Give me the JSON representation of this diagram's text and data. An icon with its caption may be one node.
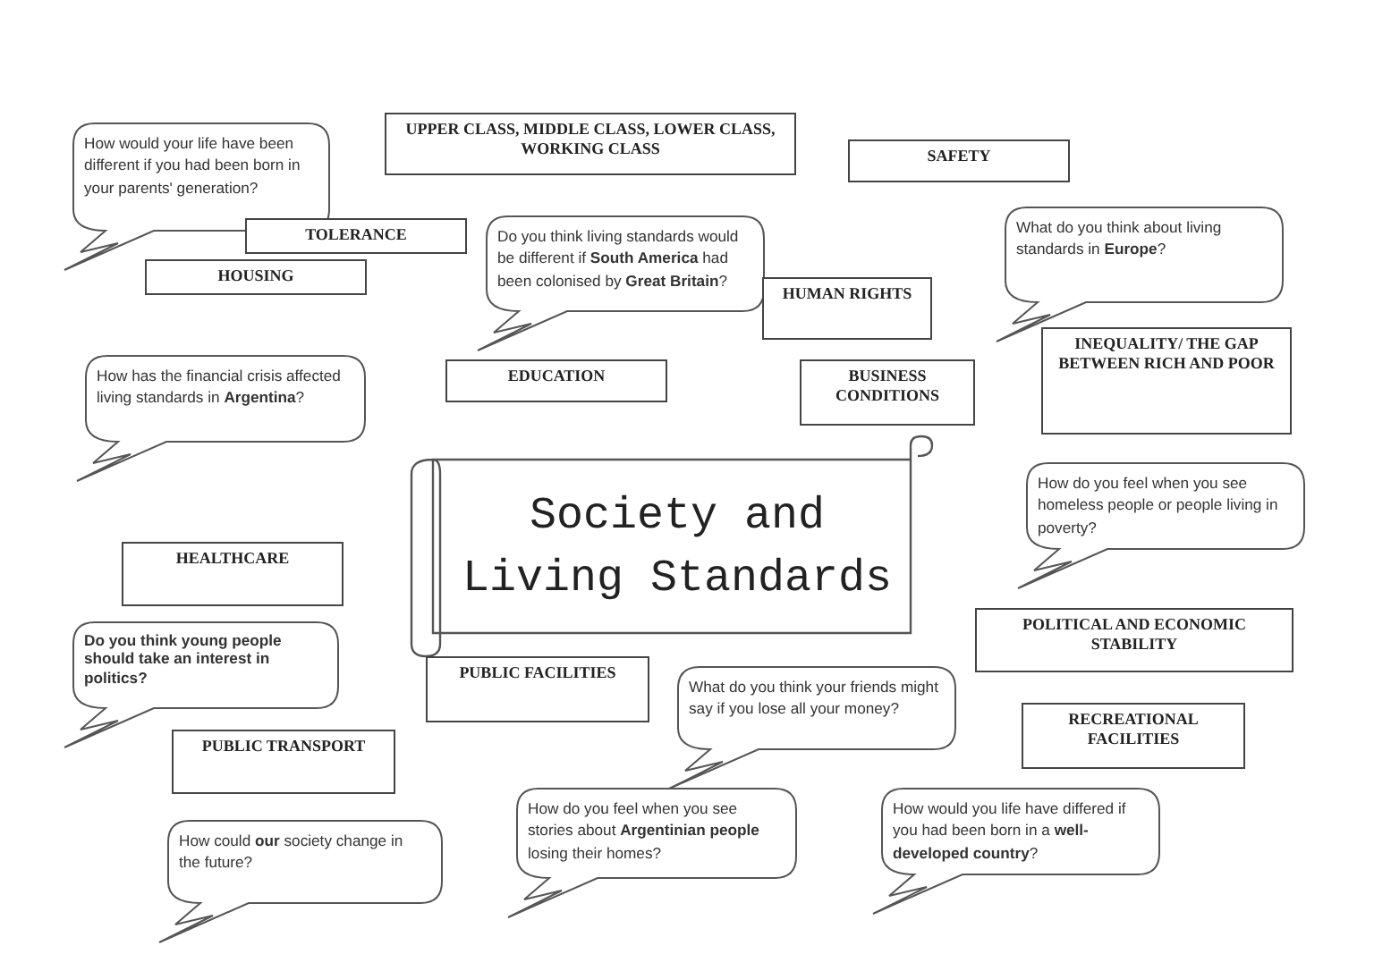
{
  "diagram": {
    "nodes": [
      {
        "text": [
          "How would your life have been different if you had been born in your parents' generation?"
        ]
      },
      {
        "text": [
          "UPPER CLASS, MIDDLE CLASS, LOWER CLASS, WORKING CLASS"
        ]
      },
      {
        "text": [
          "SAFETY"
        ]
      },
      {
        "text": [
          "TOLERANCE"
        ]
      },
      {
        "text": [
          "Do you think living standards would be different if **South America** had been colonised by **Great Britain**?"
        ]
      },
      {
        "text": [
          "HOUSING"
        ]
      },
      {
        "text": [
          "What do you think about living standards in **Europe**?"
        ]
      },
      {
        "text": [
          "HUMAN RIGHTS"
        ]
      },
      {
        "text": [
          "INEQUALITY/ THE GAP BETWEEN RICH AND POOR"
        ]
      },
      {
        "text": [
          "How has the financial crisis affected living standards in **Argentina**?"
        ]
      },
      {
        "text": [
          "EDUCATION"
        ]
      },
      {
        "text": [
          "BUSINESS CONDITIONS"
        ]
      },
      {
        "text": [
          "Society and Living Standards"
        ]
      },
      {
        "text": [
          "How do you feel when you see homeless people or people living in poverty?"
        ]
      },
      {
        "text": [
          "HEALTHCARE"
        ]
      },
      {
        "text": [
          "POLITICAL AND ECONOMIC STABILITY"
        ]
      },
      {
        "text": [
          "Do you think young people should take an interest in politics?"
        ]
      },
      {
        "text": [
          "PUBLIC FACILITIES"
        ]
      },
      {
        "text": [
          "What do you think your friends might say if you lose all your money?"
        ]
      },
      {
        "text": [
          "RECREATIONAL FACILITIES"
        ]
      },
      {
        "text": [
          "PUBLIC TRANSPORT"
        ]
      },
      {
        "text": [
          "How do you feel when you see stories about **Argentinian people** losing their homes?"
        ]
      },
      {
        "text": [
          "How would you life have differed if you had been born in a **well-developed country**?"
        ]
      },
      {
        "text": [
          "How could **our** society change in the future?"
        ]
      }
    ],
    "edges": []
  }
}
